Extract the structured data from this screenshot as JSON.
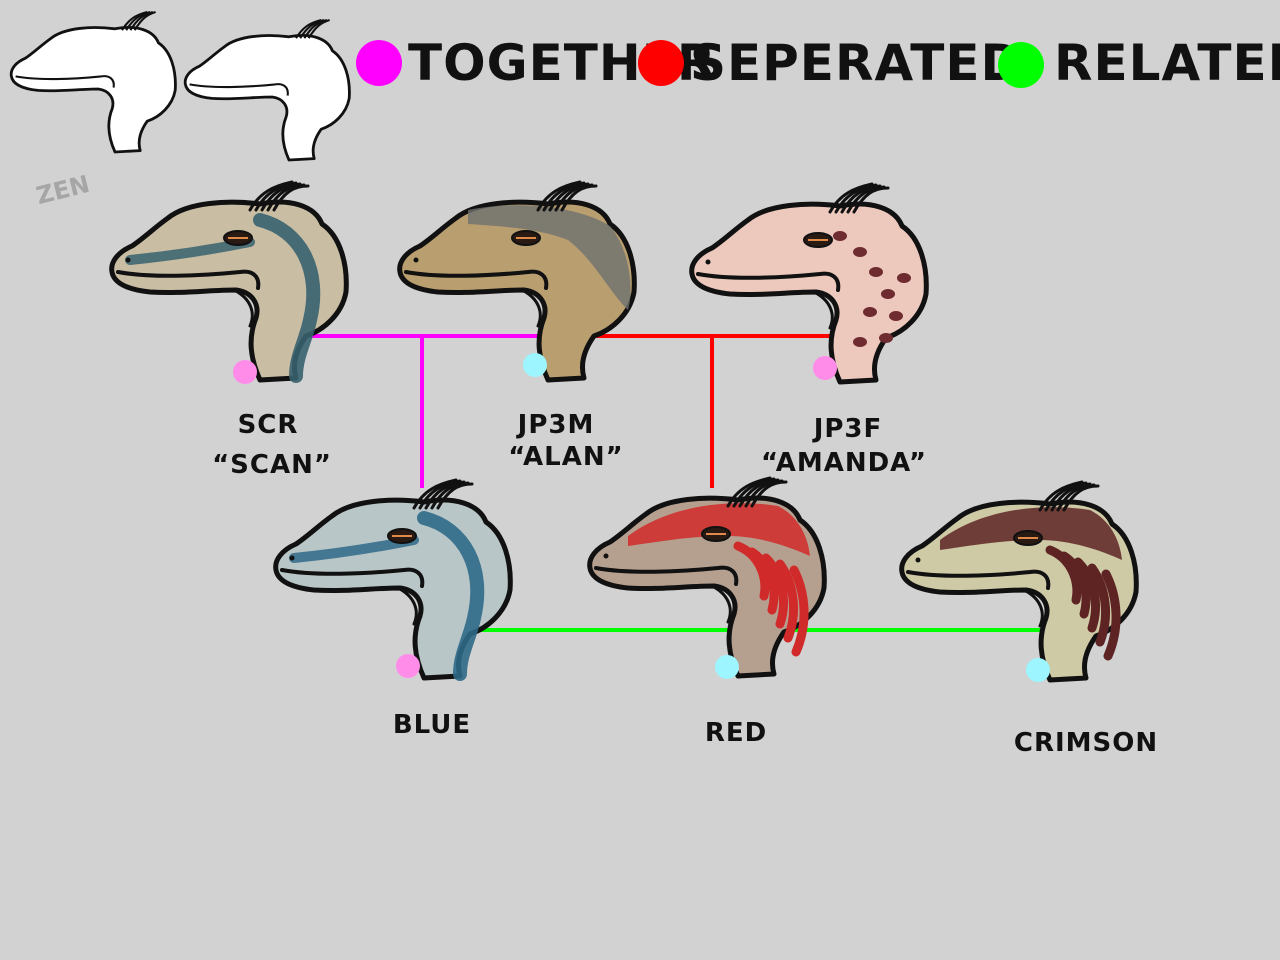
{
  "legend": [
    {
      "label": "TOGETHER",
      "color": "#ff00ff"
    },
    {
      "label": "SEPERATED",
      "color": "#ff0000"
    },
    {
      "label": "RELATED",
      "color": "#00ff00"
    }
  ],
  "signature": "ZEN",
  "colors": {
    "background": "#d2d2d2",
    "together": "#ff00ff",
    "seperated": "#ff0000",
    "related": "#00ff00",
    "female_dot": "#ff8ce8",
    "male_dot": "#9cf5ff",
    "outline": "#111111"
  },
  "raptors": [
    {
      "id": "scr",
      "name": "SCR",
      "nickname": "“SCAN”",
      "sex_dot": "female",
      "skin": "#c9bda3",
      "pattern": "#37626f",
      "pattern_style": "stripe"
    },
    {
      "id": "jp3m",
      "name": "JP3M",
      "nickname": "“ALAN”",
      "sex_dot": "male",
      "skin": "#b99e6f",
      "pattern": "#6e7070",
      "pattern_style": "back"
    },
    {
      "id": "jp3f",
      "name": "JP3F",
      "nickname": "“AMANDA”",
      "sex_dot": "female",
      "skin": "#ecc8bd",
      "pattern": "#6e2b30",
      "pattern_style": "spots"
    },
    {
      "id": "blue",
      "name": "BLUE",
      "nickname": "",
      "sex_dot": "female",
      "skin": "#b9c6c7",
      "pattern": "#2f6987",
      "pattern_style": "stripe"
    },
    {
      "id": "red",
      "name": "RED",
      "nickname": "",
      "sex_dot": "male",
      "skin": "#b5a090",
      "pattern": "#d12a2a",
      "pattern_style": "tiger"
    },
    {
      "id": "crimson",
      "name": "CRIMSON",
      "nickname": "",
      "sex_dot": "male",
      "skin": "#cfcaa6",
      "pattern": "#5e2424",
      "pattern_style": "tiger"
    }
  ],
  "relations": [
    {
      "type": "together",
      "from": "scr",
      "to": "jp3m",
      "child": "blue"
    },
    {
      "type": "seperated",
      "from": "jp3m",
      "to": "jp3f",
      "child": "red"
    },
    {
      "type": "related",
      "from": "blue",
      "to": "red"
    },
    {
      "type": "related",
      "from": "red",
      "to": "crimson"
    }
  ]
}
